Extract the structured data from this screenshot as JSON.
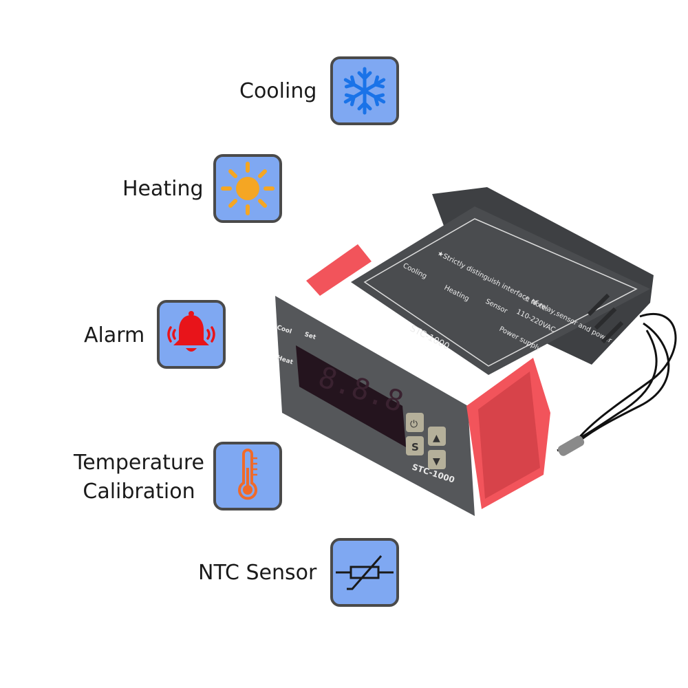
{
  "features": [
    {
      "label": "Cooling",
      "icon": "snowflake-icon",
      "color": "#1a73e8"
    },
    {
      "label": "Heating",
      "icon": "sun-icon",
      "color": "#f5a623"
    },
    {
      "label": "Alarm",
      "icon": "bell-icon",
      "color": "#e8141a"
    },
    {
      "label_line1": "Temperature",
      "label_line2": "Calibration",
      "icon": "thermometer-icon",
      "color": "#f06a2a"
    },
    {
      "label": "NTC Sensor",
      "icon": "thermistor-icon",
      "color": "#1a1a1a"
    }
  ],
  "device": {
    "model": "STC-1000",
    "led_cool": "Cool",
    "led_set": "Set",
    "led_heat": "Heat",
    "display_readout": "8.8.8",
    "button_power": "power-icon",
    "button_set": "S",
    "button_up": "up-arrow-icon",
    "button_down": "down-arrow-icon",
    "wiring_title": "Power supply",
    "wiring_note": "⚠ Note:",
    "wiring_voltage": "110-220VAC",
    "wiring_sensor": "Sensor",
    "wiring_heating": "Heating",
    "wiring_cooling": "Cooling",
    "wiring_warning": "★Strictly distinguish interface of relay,sensor and power",
    "body_color": "#4d4f52",
    "clip_color": "#f2545b",
    "display_color": "#2a1a2e"
  }
}
